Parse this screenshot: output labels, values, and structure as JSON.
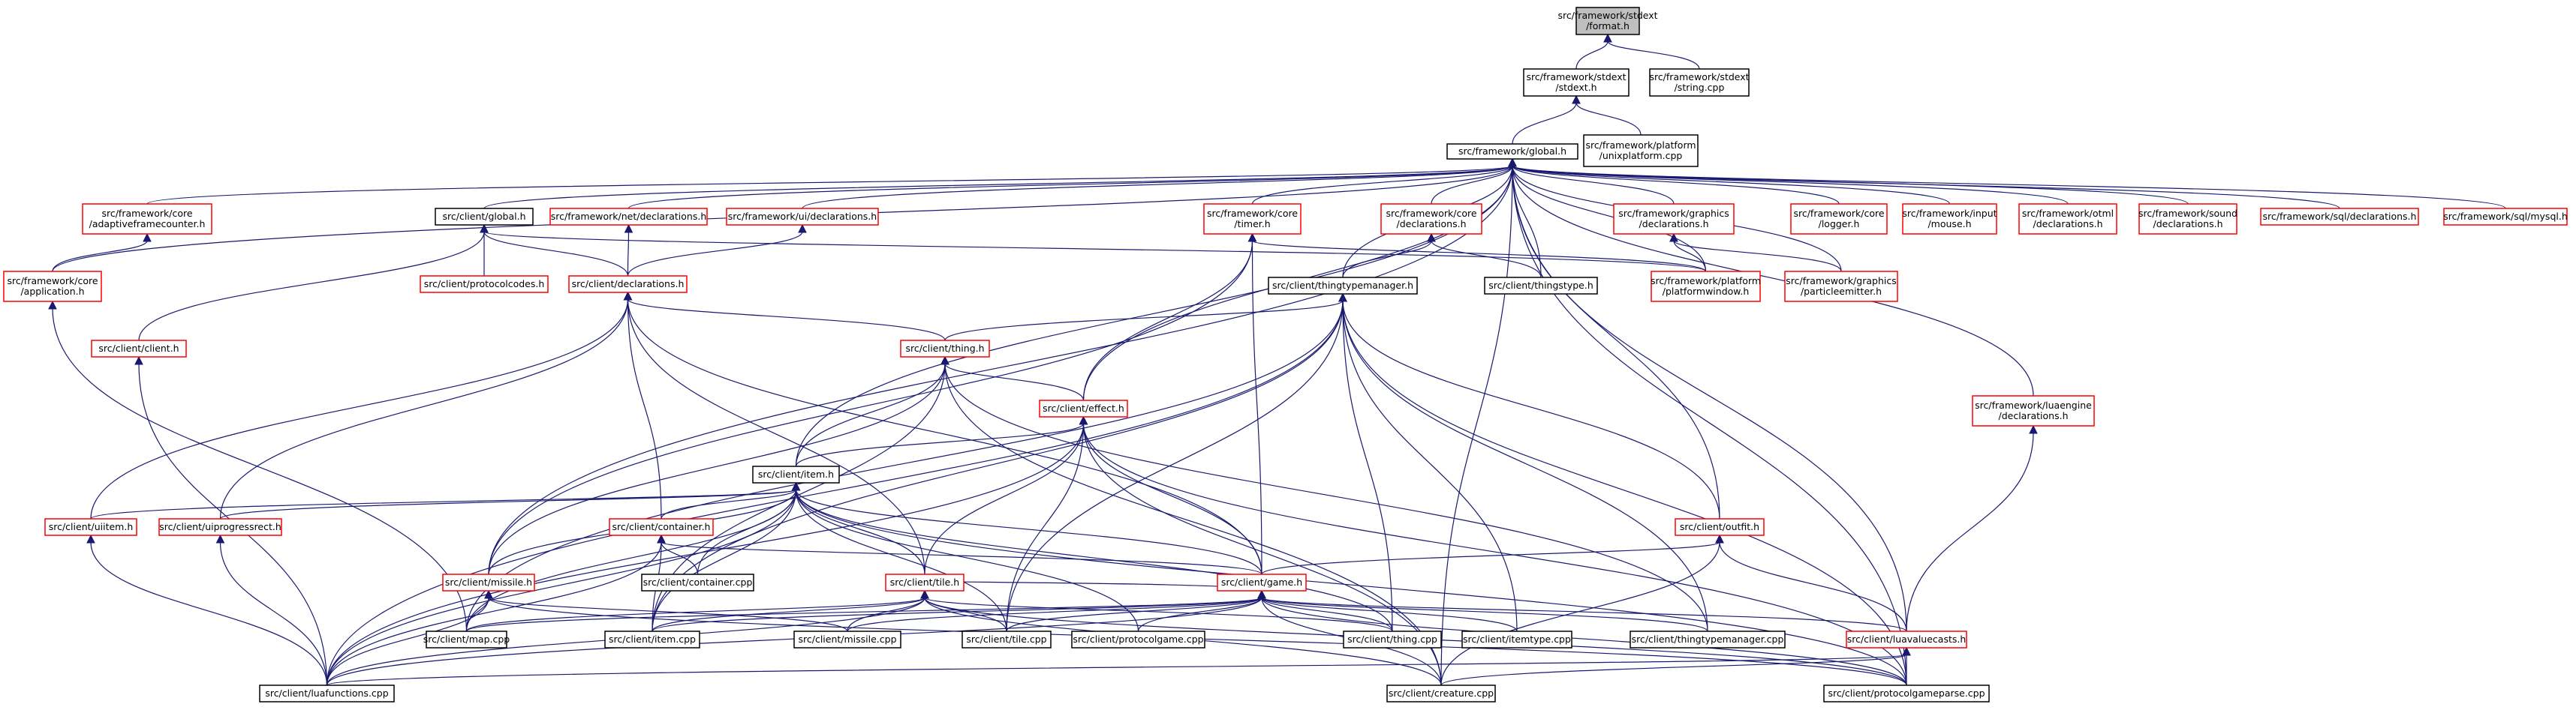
{
  "colors": {
    "root_fill": "#bfbfbf",
    "root_border": "#000000",
    "normal_border": "#000000",
    "red_border": "#ff0000",
    "node_fill": "#ffffff",
    "edge": "#191970"
  },
  "nodes": [
    {
      "id": "format_h",
      "lines": [
        "src/framework/stdext",
        "/format.h"
      ],
      "style": "root"
    },
    {
      "id": "stdext_h",
      "lines": [
        "src/framework/stdext",
        "/stdext.h"
      ],
      "style": "normal"
    },
    {
      "id": "string_cpp",
      "lines": [
        "src/framework/stdext",
        "/string.cpp"
      ],
      "style": "normal"
    },
    {
      "id": "global_h",
      "lines": [
        "src/framework/global.h"
      ],
      "style": "normal"
    },
    {
      "id": "unixplatform_cpp",
      "lines": [
        "src/framework/platform",
        "/unixplatform.cpp"
      ],
      "style": "normal"
    },
    {
      "id": "adaptiveframecounter_h",
      "lines": [
        "src/framework/core",
        "/adaptiveframecounter.h"
      ],
      "style": "red"
    },
    {
      "id": "client_global_h",
      "lines": [
        "src/client/global.h"
      ],
      "style": "normal"
    },
    {
      "id": "net_declarations_h",
      "lines": [
        "src/framework/net/declarations.h"
      ],
      "style": "red"
    },
    {
      "id": "ui_declarations_h",
      "lines": [
        "src/framework/ui/declarations.h"
      ],
      "style": "red"
    },
    {
      "id": "timer_h",
      "lines": [
        "src/framework/core",
        "/timer.h"
      ],
      "style": "red"
    },
    {
      "id": "core_declarations_h",
      "lines": [
        "src/framework/core",
        "/declarations.h"
      ],
      "style": "red"
    },
    {
      "id": "graphics_declarations_h",
      "lines": [
        "src/framework/graphics",
        "/declarations.h"
      ],
      "style": "red"
    },
    {
      "id": "logger_h",
      "lines": [
        "src/framework/core",
        "/logger.h"
      ],
      "style": "red"
    },
    {
      "id": "mouse_h",
      "lines": [
        "src/framework/input",
        "/mouse.h"
      ],
      "style": "red"
    },
    {
      "id": "otml_declarations_h",
      "lines": [
        "src/framework/otml",
        "/declarations.h"
      ],
      "style": "red"
    },
    {
      "id": "sound_declarations_h",
      "lines": [
        "src/framework/sound",
        "/declarations.h"
      ],
      "style": "red"
    },
    {
      "id": "sql_declarations_h",
      "lines": [
        "src/framework/sql/declarations.h"
      ],
      "style": "red"
    },
    {
      "id": "mysql_h",
      "lines": [
        "src/framework/sql/mysql.h"
      ],
      "style": "red"
    },
    {
      "id": "application_h",
      "lines": [
        "src/framework/core",
        "/application.h"
      ],
      "style": "red"
    },
    {
      "id": "protocolcodes_h",
      "lines": [
        "src/client/protocolcodes.h"
      ],
      "style": "red"
    },
    {
      "id": "client_declarations_h",
      "lines": [
        "src/client/declarations.h"
      ],
      "style": "red"
    },
    {
      "id": "thingtypemanager_h",
      "lines": [
        "src/client/thingtypemanager.h"
      ],
      "style": "normal"
    },
    {
      "id": "thingstype_h",
      "lines": [
        "src/client/thingstype.h"
      ],
      "style": "normal"
    },
    {
      "id": "platformwindow_h",
      "lines": [
        "src/framework/platform",
        "/platformwindow.h"
      ],
      "style": "red"
    },
    {
      "id": "particleemitter_h",
      "lines": [
        "src/framework/graphics",
        "/particleemitter.h"
      ],
      "style": "red"
    },
    {
      "id": "client_h",
      "lines": [
        "src/client/client.h"
      ],
      "style": "red"
    },
    {
      "id": "thing_h",
      "lines": [
        "src/client/thing.h"
      ],
      "style": "red"
    },
    {
      "id": "luaengine_declarations_h",
      "lines": [
        "src/framework/luaengine",
        "/declarations.h"
      ],
      "style": "red"
    },
    {
      "id": "effect_h",
      "lines": [
        "src/client/effect.h"
      ],
      "style": "red"
    },
    {
      "id": "item_h",
      "lines": [
        "src/client/item.h"
      ],
      "style": "normal"
    },
    {
      "id": "uiitem_h",
      "lines": [
        "src/client/uiitem.h"
      ],
      "style": "red"
    },
    {
      "id": "uiprogressrect_h",
      "lines": [
        "src/client/uiprogressrect.h"
      ],
      "style": "red"
    },
    {
      "id": "container_h",
      "lines": [
        "src/client/container.h"
      ],
      "style": "red"
    },
    {
      "id": "outfit_h",
      "lines": [
        "src/client/outfit.h"
      ],
      "style": "red"
    },
    {
      "id": "container_cpp",
      "lines": [
        "src/client/container.cpp"
      ],
      "style": "normal"
    },
    {
      "id": "missile_h",
      "lines": [
        "src/client/missile.h"
      ],
      "style": "red"
    },
    {
      "id": "tile_h",
      "lines": [
        "src/client/tile.h"
      ],
      "style": "red"
    },
    {
      "id": "game_h",
      "lines": [
        "src/client/game.h"
      ],
      "style": "red"
    },
    {
      "id": "map_cpp",
      "lines": [
        "src/client/map.cpp"
      ],
      "style": "normal"
    },
    {
      "id": "item_cpp",
      "lines": [
        "src/client/item.cpp"
      ],
      "style": "normal"
    },
    {
      "id": "missile_cpp",
      "lines": [
        "src/client/missile.cpp"
      ],
      "style": "normal"
    },
    {
      "id": "tile_cpp",
      "lines": [
        "src/client/tile.cpp"
      ],
      "style": "normal"
    },
    {
      "id": "protocolgame_cpp",
      "lines": [
        "src/client/protocolgame.cpp"
      ],
      "style": "normal"
    },
    {
      "id": "thing_cpp",
      "lines": [
        "src/client/thing.cpp"
      ],
      "style": "normal"
    },
    {
      "id": "itemtype_cpp",
      "lines": [
        "src/client/itemtype.cpp"
      ],
      "style": "normal"
    },
    {
      "id": "thingtypemanager_cpp",
      "lines": [
        "src/client/thingtypemanager.cpp"
      ],
      "style": "normal"
    },
    {
      "id": "luavaluecasts_h",
      "lines": [
        "src/client/luavaluecasts.h"
      ],
      "style": "red"
    },
    {
      "id": "luafunctions_cpp",
      "lines": [
        "src/client/luafunctions.cpp"
      ],
      "style": "normal"
    },
    {
      "id": "creature_cpp",
      "lines": [
        "src/client/creature.cpp"
      ],
      "style": "normal"
    },
    {
      "id": "protocolgameparse_cpp",
      "lines": [
        "src/client/protocolgameparse.cpp"
      ],
      "style": "normal"
    }
  ],
  "edges": [
    [
      "stdext_h",
      "format_h"
    ],
    [
      "string_cpp",
      "format_h"
    ],
    [
      "global_h",
      "stdext_h"
    ],
    [
      "unixplatform_cpp",
      "stdext_h"
    ],
    [
      "adaptiveframecounter_h",
      "global_h"
    ],
    [
      "client_global_h",
      "global_h"
    ],
    [
      "net_declarations_h",
      "global_h"
    ],
    [
      "ui_declarations_h",
      "global_h"
    ],
    [
      "timer_h",
      "global_h"
    ],
    [
      "core_declarations_h",
      "global_h"
    ],
    [
      "graphics_declarations_h",
      "global_h"
    ],
    [
      "logger_h",
      "global_h"
    ],
    [
      "mouse_h",
      "global_h"
    ],
    [
      "otml_declarations_h",
      "global_h"
    ],
    [
      "sound_declarations_h",
      "global_h"
    ],
    [
      "sql_declarations_h",
      "global_h"
    ],
    [
      "mysql_h",
      "global_h"
    ],
    [
      "application_h",
      "global_h"
    ],
    [
      "thingtypemanager_h",
      "global_h"
    ],
    [
      "thingstype_h",
      "global_h"
    ],
    [
      "platformwindow_h",
      "global_h"
    ],
    [
      "particleemitter_h",
      "global_h"
    ],
    [
      "luaengine_declarations_h",
      "global_h"
    ],
    [
      "effect_h",
      "global_h"
    ],
    [
      "item_h",
      "global_h"
    ],
    [
      "missile_h",
      "global_h"
    ],
    [
      "luavaluecasts_h",
      "global_h"
    ],
    [
      "outfit_h",
      "global_h"
    ],
    [
      "protocolgameparse_cpp",
      "global_h"
    ],
    [
      "creature_cpp",
      "global_h"
    ],
    [
      "application_h",
      "adaptiveframecounter_h"
    ],
    [
      "client_declarations_h",
      "net_declarations_h"
    ],
    [
      "client_declarations_h",
      "ui_declarations_h"
    ],
    [
      "protocolcodes_h",
      "client_global_h"
    ],
    [
      "client_declarations_h",
      "client_global_h"
    ],
    [
      "client_h",
      "client_global_h"
    ],
    [
      "platformwindow_h",
      "client_global_h"
    ],
    [
      "thingtypemanager_h",
      "core_declarations_h"
    ],
    [
      "thingstype_h",
      "core_declarations_h"
    ],
    [
      "platformwindow_h",
      "graphics_declarations_h"
    ],
    [
      "particleemitter_h",
      "graphics_declarations_h"
    ],
    [
      "effect_h",
      "timer_h"
    ],
    [
      "game_h",
      "timer_h"
    ],
    [
      "platformwindow_h",
      "timer_h"
    ],
    [
      "missile_h",
      "timer_h"
    ],
    [
      "thing_h",
      "client_declarations_h"
    ],
    [
      "container_h",
      "client_declarations_h"
    ],
    [
      "uiitem_h",
      "client_declarations_h"
    ],
    [
      "uiprogressrect_h",
      "client_declarations_h"
    ],
    [
      "tile_h",
      "client_declarations_h"
    ],
    [
      "game_h",
      "client_declarations_h"
    ],
    [
      "thing_h",
      "thingtypemanager_h"
    ],
    [
      "luafunctions_cpp",
      "thingtypemanager_h"
    ],
    [
      "map_cpp",
      "thingtypemanager_h"
    ],
    [
      "tile_cpp",
      "thingtypemanager_h"
    ],
    [
      "item_cpp",
      "thingtypemanager_h"
    ],
    [
      "thing_cpp",
      "thingtypemanager_h"
    ],
    [
      "itemtype_cpp",
      "thingtypemanager_h"
    ],
    [
      "thingtypemanager_cpp",
      "thingtypemanager_h"
    ],
    [
      "outfit_h",
      "thingtypemanager_h"
    ],
    [
      "protocolgameparse_cpp",
      "thingtypemanager_h"
    ],
    [
      "effect_h",
      "thing_h"
    ],
    [
      "item_h",
      "thing_h"
    ],
    [
      "missile_h",
      "thing_h"
    ],
    [
      "item_cpp",
      "thing_h"
    ],
    [
      "creature_cpp",
      "thing_h"
    ],
    [
      "thingtypemanager_cpp",
      "thing_h"
    ],
    [
      "luavaluecasts_h",
      "luaengine_declarations_h"
    ],
    [
      "item_h",
      "effect_h"
    ],
    [
      "tile_h",
      "effect_h"
    ],
    [
      "game_h",
      "effect_h"
    ],
    [
      "tile_cpp",
      "effect_h"
    ],
    [
      "protocolgameparse_cpp",
      "effect_h"
    ],
    [
      "creature_cpp",
      "effect_h"
    ],
    [
      "luafunctions_cpp",
      "effect_h"
    ],
    [
      "uiitem_h",
      "item_h"
    ],
    [
      "uiprogressrect_h",
      "item_h"
    ],
    [
      "container_h",
      "item_h"
    ],
    [
      "container_cpp",
      "item_h"
    ],
    [
      "missile_h",
      "item_h"
    ],
    [
      "tile_h",
      "item_h"
    ],
    [
      "game_h",
      "item_h"
    ],
    [
      "map_cpp",
      "item_h"
    ],
    [
      "item_cpp",
      "item_h"
    ],
    [
      "tile_cpp",
      "item_h"
    ],
    [
      "protocolgame_cpp",
      "item_h"
    ],
    [
      "thing_cpp",
      "item_h"
    ],
    [
      "luafunctions_cpp",
      "item_h"
    ],
    [
      "protocolgameparse_cpp",
      "item_h"
    ],
    [
      "container_cpp",
      "container_h"
    ],
    [
      "game_h",
      "container_h"
    ],
    [
      "item_cpp",
      "container_h"
    ],
    [
      "luafunctions_cpp",
      "container_h"
    ],
    [
      "game_h",
      "outfit_h"
    ],
    [
      "luavaluecasts_h",
      "outfit_h"
    ],
    [
      "creature_cpp",
      "outfit_h"
    ],
    [
      "map_cpp",
      "missile_h"
    ],
    [
      "missile_cpp",
      "missile_h"
    ],
    [
      "luafunctions_cpp",
      "missile_h"
    ],
    [
      "protocolgameparse_cpp",
      "missile_h"
    ],
    [
      "game_h",
      "tile_h"
    ],
    [
      "map_cpp",
      "tile_h"
    ],
    [
      "item_cpp",
      "tile_h"
    ],
    [
      "missile_cpp",
      "tile_h"
    ],
    [
      "tile_cpp",
      "tile_h"
    ],
    [
      "thing_cpp",
      "tile_h"
    ],
    [
      "creature_cpp",
      "tile_h"
    ],
    [
      "luafunctions_cpp",
      "tile_h"
    ],
    [
      "protocolgameparse_cpp",
      "tile_h"
    ],
    [
      "map_cpp",
      "game_h"
    ],
    [
      "item_cpp",
      "game_h"
    ],
    [
      "missile_cpp",
      "game_h"
    ],
    [
      "tile_cpp",
      "game_h"
    ],
    [
      "protocolgame_cpp",
      "game_h"
    ],
    [
      "thing_cpp",
      "game_h"
    ],
    [
      "itemtype_cpp",
      "game_h"
    ],
    [
      "thingtypemanager_cpp",
      "game_h"
    ],
    [
      "luavaluecasts_h",
      "game_h"
    ],
    [
      "luafunctions_cpp",
      "game_h"
    ],
    [
      "creature_cpp",
      "game_h"
    ],
    [
      "protocolgameparse_cpp",
      "game_h"
    ],
    [
      "luafunctions_cpp",
      "luavaluecasts_h"
    ],
    [
      "creature_cpp",
      "luavaluecasts_h"
    ],
    [
      "protocolgameparse_cpp",
      "luavaluecasts_h"
    ],
    [
      "map_cpp",
      "application_h"
    ],
    [
      "luafunctions_cpp",
      "client_h"
    ],
    [
      "luafunctions_cpp",
      "uiitem_h"
    ],
    [
      "luafunctions_cpp",
      "uiprogressrect_h"
    ]
  ]
}
